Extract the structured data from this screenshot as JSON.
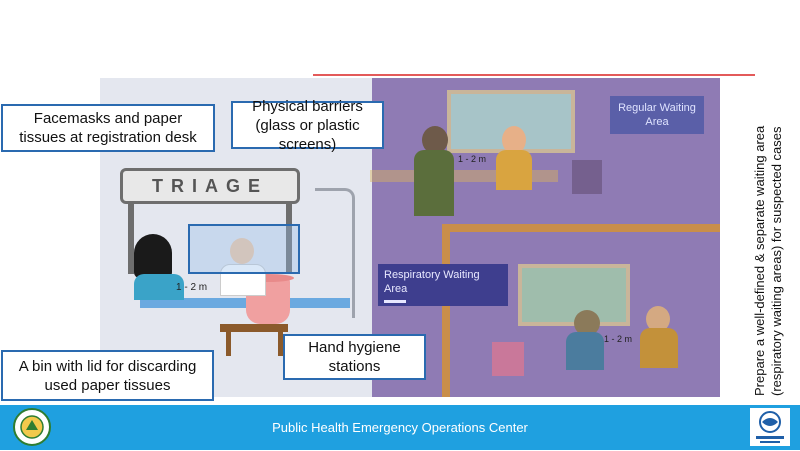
{
  "callouts": {
    "facemasks": "Facemasks and paper tissues at registration desk",
    "barriers": "Physical barriers (glass or plastic screens)",
    "bin": "A bin with lid for discarding used paper tissues",
    "hand_hygiene": "Hand hygiene stations"
  },
  "illustration": {
    "triage_sign": "TRIAGE",
    "distance_desk": "1 - 2 m",
    "distance_top": "1 - 2 m",
    "distance_bottom": "1 - 2 m",
    "regular_waiting_area": "Regular Waiting Area",
    "respiratory_waiting_area": "Respiratory Waiting Area"
  },
  "side_note": "Prepare a well-defined & separate waiting area (respiratory waiting areas)  for suspected cases",
  "footer": {
    "title": "Public Health Emergency Operations Center"
  },
  "colors": {
    "footer_bg": "#1fa0e0",
    "callout_border": "#2a6ab0",
    "top_line": "#e35a5a"
  }
}
